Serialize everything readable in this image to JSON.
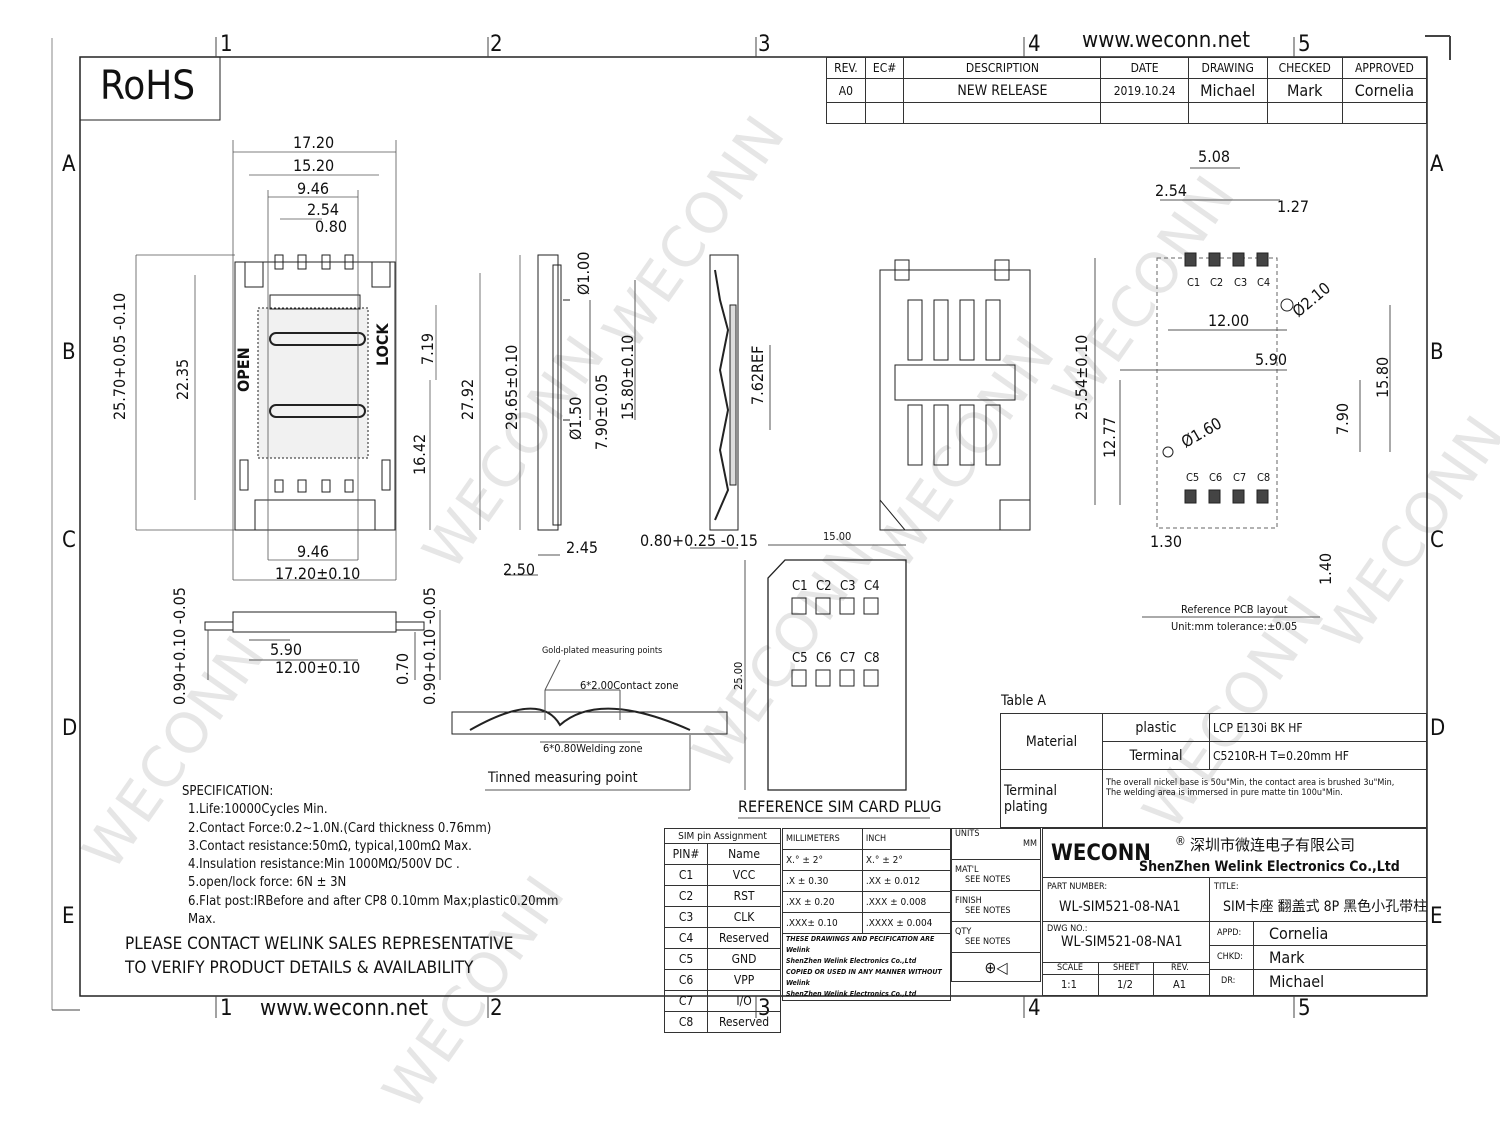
{
  "watermark": "WECONN",
  "url_top": "www.weconn.net",
  "url_bottom": "www.weconn.net",
  "rohs": "RoHS",
  "grid_cols": [
    "1",
    "2",
    "3",
    "4",
    "5"
  ],
  "grid_rows": [
    "A",
    "B",
    "C",
    "D",
    "E"
  ],
  "revision_table": {
    "headers": [
      "REV.",
      "EC#",
      "DESCRIPTION",
      "DATE",
      "DRAWING",
      "CHECKED",
      "APPROVED"
    ],
    "rows": [
      [
        "A0",
        "",
        "NEW RELEASE",
        "2019.10.24",
        "Michael",
        "Mark",
        "Cornelia"
      ]
    ]
  },
  "top_view": {
    "dims": [
      "17.20",
      "15.20",
      "9.46",
      "2.54",
      "0.80",
      "25.70+0.05 -0.10",
      "22.35",
      "7.19",
      "16.42",
      "27.92",
      "9.46",
      "17.20±0.10"
    ],
    "open_label": "OPEN",
    "lock_label": "LOCK"
  },
  "side_view": {
    "dims": [
      "29.65±0.10",
      "Ø1.00",
      "Ø1.50",
      "7.90±0.05",
      "15.80±0.10",
      "2.45",
      "2.50",
      "7.62REF",
      "0.80+0.25 -0.15"
    ]
  },
  "front_view": {
    "dims": [
      "5.90",
      "12.00±0.10",
      "0.90+0.10 -0.05",
      "0.70",
      "0.90+0.10 -0.05"
    ]
  },
  "section_view": {
    "gold_label": "Gold-plated measuring points",
    "contact_label": "6*2.00Contact zone",
    "welding_label": "6*0.80Welding zone",
    "tinned_label": "Tinned measuring point"
  },
  "sim_card": {
    "width": "15.00",
    "height": "25.00",
    "pins_top": [
      "C1",
      "C2",
      "C3",
      "C4"
    ],
    "pins_bottom": [
      "C5",
      "C6",
      "C7",
      "C8"
    ],
    "title": "REFERENCE SIM CARD PLUG"
  },
  "pcb_layout": {
    "dims": [
      "5.08",
      "2.54",
      "1.27",
      "Ø2.10",
      "12.00",
      "5.90",
      "25.54±0.10",
      "15.80",
      "12.77",
      "Ø1.60",
      "7.90",
      "1.30",
      "1.40"
    ],
    "pins_top": [
      "C1",
      "C2",
      "C3",
      "C4"
    ],
    "pins_bottom": [
      "C5",
      "C6",
      "C7",
      "C8"
    ],
    "title": "Reference PCB layout",
    "note": "Unit:mm tolerance:±0.05"
  },
  "specification": {
    "title": "SPECIFICATION:",
    "items": [
      "1.Life:10000Cycles Min.",
      "2.Contact Force:0.2~1.0N.(Card thickness 0.76mm)",
      "3.Contact resistance:50mΩ, typical,100mΩ Max.",
      "4.Insulation resistance:Min 1000MΩ/500V DC .",
      "5.open/lock force: 6N ± 3N",
      "6.Flat post:IRBefore and after CP8 0.10mm Max;plastic0.20mm",
      "Max."
    ],
    "contact_line1": "PLEASE CONTACT WELINK SALES REPRESENTATIVE",
    "contact_line2": "TO VERIFY PRODUCT DETAILS & AVAILABILITY"
  },
  "table_a": {
    "title": "Table A",
    "material": "Material",
    "plastic": "plastic",
    "plastic_value": "LCP E130i BK HF",
    "terminal": "Terminal",
    "terminal_value": "C5210R-H T=0.20mm HF",
    "plating": "Terminal plating",
    "plating_value_1": "The overall nickel base is 50u\"Min, the contact area is brushed 3u\"Min,",
    "plating_value_2": "The welding area is immersed in pure matte tin 100u\"Min."
  },
  "pin_table": {
    "title": "SIM pin Assignment",
    "headers": [
      "PIN#",
      "Name"
    ],
    "rows": [
      [
        "C1",
        "VCC"
      ],
      [
        "C2",
        "RST"
      ],
      [
        "C3",
        "CLK"
      ],
      [
        "C4",
        "Reserved"
      ],
      [
        "C5",
        "GND"
      ],
      [
        "C6",
        "VPP"
      ],
      [
        "C7",
        "I/O"
      ],
      [
        "C8",
        "Reserved"
      ]
    ]
  },
  "tolerance": {
    "mm_header": "MILLIMETERS",
    "inch_header": "INCH",
    "rows": [
      [
        "X.° ± 2°",
        "X.° ± 2°"
      ],
      [
        ".X ± 0.30",
        ".XX ± 0.012"
      ],
      [
        ".XX ± 0.20",
        ".XXX ± 0.008"
      ],
      [
        ".XXX± 0.10",
        ".XXXX ± 0.004"
      ]
    ],
    "notice": [
      "THESE DRAWINGS AND PECIFICATION ARE Welink",
      "ShenZhen Welink Electronics Co.,Ltd",
      "COPIED OR USED IN ANY MANNER WITHOUT Welink",
      "ShenZhen Welink Electronics Co.,Ltd"
    ]
  },
  "units_block": {
    "units": "UNITS",
    "units_value": "MM",
    "matl": "MAT'L",
    "matl_value": "SEE NOTES",
    "finish": "FINISH",
    "finish_value": "SEE NOTES",
    "qty": "QTY",
    "qty_value": "SEE NOTES"
  },
  "title_block": {
    "brand": "WECONN",
    "registered": "®",
    "company_cn": "深圳市微连电子有限公司",
    "company_en": "ShenZhen Welink Electronics Co.,Ltd",
    "part_number_label": "PART NUMBER:",
    "part_number": "WL-SIM521-08-NA1",
    "title_label": "TITLE:",
    "title": "SIM卡座 翻盖式 8P 黑色小孔带柱",
    "dwg_no_label": "DWG NO.:",
    "dwg_no": "WL-SIM521-08-NA1",
    "scale_label": "SCALE",
    "scale": "1:1",
    "sheet_label": "SHEET",
    "sheet": "1/2",
    "rev_label": "REV.",
    "rev": "A1",
    "appd_label": "APPD:",
    "appd": "Cornelia",
    "chkd_label": "CHKD:",
    "chkd": "Mark",
    "dr_label": "DR:",
    "dr": "Michael"
  }
}
